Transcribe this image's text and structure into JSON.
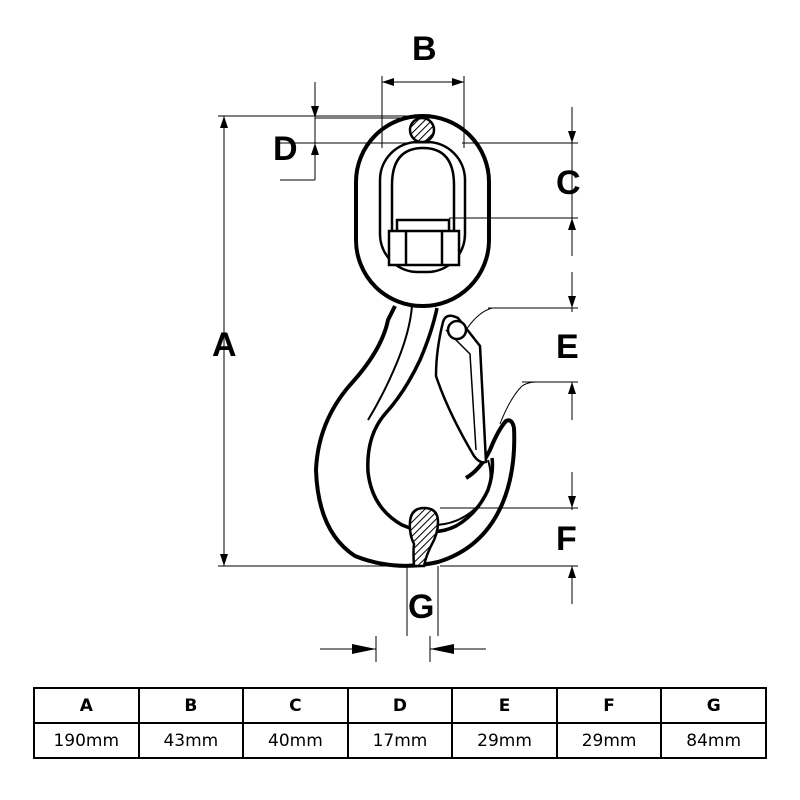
{
  "diagram": {
    "labels": {
      "a": "A",
      "b": "B",
      "c": "C",
      "d": "D",
      "e": "E",
      "f": "F",
      "g": "G"
    }
  },
  "table": {
    "headers": [
      "A",
      "B",
      "C",
      "D",
      "E",
      "F",
      "G"
    ],
    "values": [
      "190mm",
      "43mm",
      "40mm",
      "17mm",
      "29mm",
      "29mm",
      "84mm"
    ]
  }
}
